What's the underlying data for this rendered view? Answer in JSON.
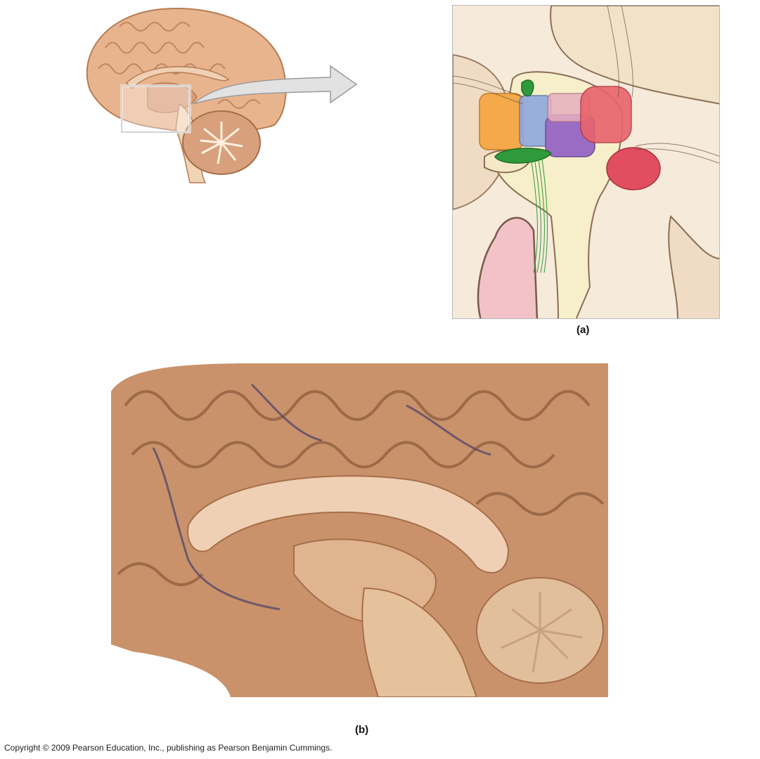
{
  "labels": {
    "panel_a": "(a)",
    "panel_b": "(b)"
  },
  "copyright": "Copyright © 2009 Pearson Education, Inc., publishing as Pearson Benjamin Cummings.",
  "colors": {
    "brain_tissue": "#e8b48e",
    "photo_tissue": "#c9926a",
    "corpus_callosum": "#efd0b4",
    "nucleus_orange": "#f5a94a",
    "nucleus_blue": "#8fa8dc",
    "nucleus_purple": "#9a6cc4",
    "nucleus_red": "#e8646c",
    "tract_green": "#2f9a3a",
    "pituitary_pink": "#f2c2c8"
  }
}
